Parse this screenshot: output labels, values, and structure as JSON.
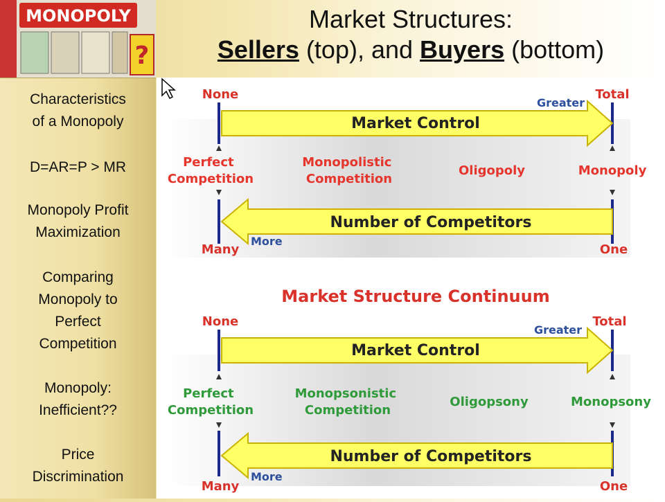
{
  "logo": {
    "brand_text": "MONOPOLY",
    "question_mark": "?"
  },
  "sidebar": {
    "items": [
      {
        "lines": [
          "Characteristics",
          "of a Monopoly"
        ]
      },
      {
        "lines": [
          "D=AR=P > MR"
        ]
      },
      {
        "lines": [
          "Monopoly Profit",
          "Maximization"
        ]
      },
      {
        "lines": [
          "Comparing",
          "Monopoly to",
          "Perfect",
          "Competition"
        ]
      },
      {
        "lines": [
          "Monopoly:",
          "Inefficient??"
        ]
      },
      {
        "lines": [
          "Price",
          "Discrimination"
        ]
      }
    ]
  },
  "title": {
    "line1": "Market Structures:",
    "sellers": "Sellers",
    "top": " (top), and ",
    "buyers": "Buyers",
    "bottom": " (bottom)"
  },
  "sellers_panel": {
    "none": "None",
    "total": "Total",
    "greater": "Greater",
    "market_control": "Market Control",
    "structures": [
      {
        "lines": [
          "Perfect",
          "Competition"
        ]
      },
      {
        "lines": [
          "Monopolistic",
          "Competition"
        ]
      },
      {
        "lines": [
          "Oligopoly"
        ]
      },
      {
        "lines": [
          "Monopoly"
        ]
      }
    ],
    "number_of_competitors": "Number of Competitors",
    "more": "More",
    "many": "Many",
    "one": "One"
  },
  "buyers_panel": {
    "heading": "Market Structure Continuum",
    "none": "None",
    "total": "Total",
    "greater": "Greater",
    "market_control": "Market Control",
    "structures": [
      {
        "lines": [
          "Perfect",
          "Competition"
        ]
      },
      {
        "lines": [
          "Monopsonistic",
          "Competition"
        ]
      },
      {
        "lines": [
          "Oligopsony"
        ]
      },
      {
        "lines": [
          "Monopsony"
        ]
      }
    ],
    "number_of_competitors": "Number of Competitors",
    "more": "More",
    "many": "Many",
    "one": "One"
  },
  "colors": {
    "label_red": "#d9322b",
    "structure_red": "#e5352c",
    "structure_green": "#2f9a3a",
    "arrow_yellow": "#ffff66",
    "arrow_outline": "#c9b200",
    "axis_blue": "#1b2a8a",
    "greater_blue": "#2d4f9c",
    "dark_text": "#232323"
  }
}
